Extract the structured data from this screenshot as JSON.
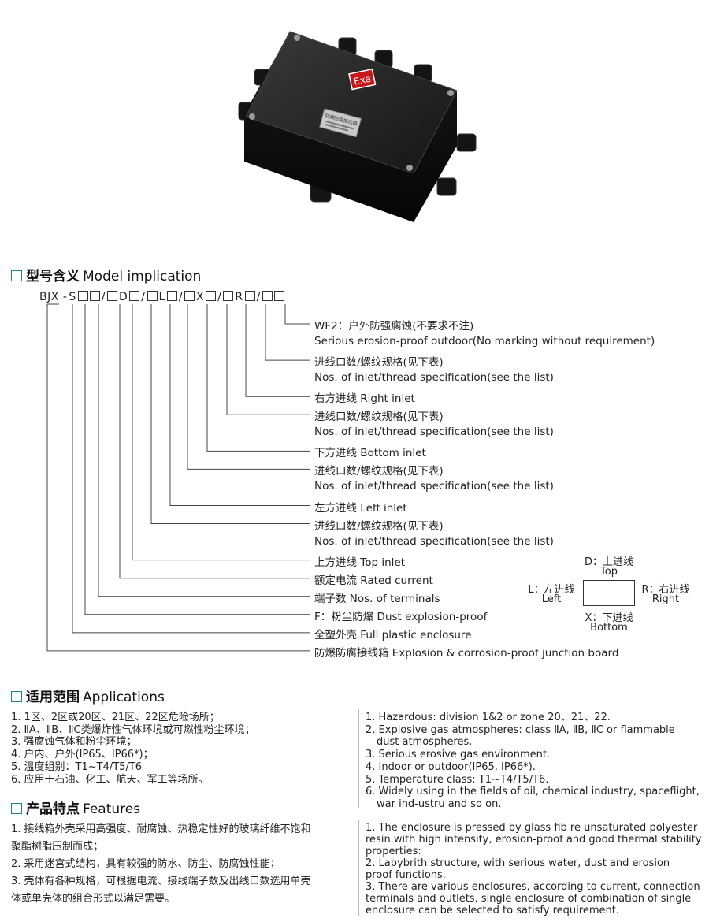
{
  "product_photo": {
    "label": "Exe",
    "nameplate": "防爆防腐接线箱"
  },
  "model_section": {
    "cn": "型号含义",
    "en": "Model implication"
  },
  "model_code": {
    "prefix": "BJX",
    "tokens": [
      "-",
      "S",
      "□",
      "□",
      "/",
      "□",
      "D",
      "□",
      "/",
      "□",
      "L",
      "□",
      "/",
      "□",
      "X",
      "□",
      "/",
      "□",
      "R",
      "□",
      "/",
      "□",
      "□"
    ]
  },
  "model_lines": [
    "WF2：户外防强腐蚀(不要求不注)",
    "Serious erosion-proof outdoor(No marking without requirement)",
    "进线口数/螺纹规格(见下表)",
    "Nos. of inlet/thread specification(see the list)",
    "右方进线  Right inlet",
    "进线口数/螺纹规格(见下表)",
    "Nos. of inlet/thread specification(see the list)",
    "下方进线  Bottom inlet",
    "进线口数/螺纹规格(见下表)",
    "Nos. of inlet/thread specification(see the list)",
    "左方进线  Left inlet",
    "进线口数/螺纹规格(见下表)",
    "Nos. of inlet/thread specification(see the list)",
    "上方进线  Top inlet",
    "额定电流  Rated current",
    "端子数  Nos. of terminals",
    "F：粉尘防爆  Dust explosion-proof",
    "全塑外壳  Full plastic enclosure",
    "防爆防腐接线箱  Explosion & corrosion-proof junction board"
  ],
  "inlet_diagram": {
    "top_cn": "D：上进线",
    "top_en": "Top",
    "left_cn": "L：左进线",
    "left_en": "Left",
    "right_cn": "R：右进线",
    "right_en": "Right",
    "bottom_cn": "X：下进线",
    "bottom_en": "Bottom"
  },
  "applications_section": {
    "cn": "适用范围",
    "en": "Applications"
  },
  "applications_cn": [
    "1. 1区、2区或20区、21区、22区危险场所；",
    "2. ⅡA、ⅡB、ⅡC类爆炸性气体环境或可燃性粉尘环境；",
    "3. 强腐蚀气体和粉尘环境；",
    "4. 户内、户外(IP65、IP66*)；",
    "5. 温度组别：T1~T4/T5/T6",
    "6. 应用于石油、化工、航天、军工等场所。"
  ],
  "applications_en": [
    [
      "1. Hazardous: division 1&2 or zone 20、21、22."
    ],
    [
      "2. Explosive gas atmospheres: class ⅡA, ⅡB, ⅡC or flammable",
      "dust atmospheres."
    ],
    [
      "3. Serious erosive gas environment."
    ],
    [
      "4. Indoor or outdoor(IP65, IP66*)."
    ],
    [
      "5. Temperature class: T1~T4/T5/T6."
    ],
    [
      "6. Widely using in the fields of oil, chemical industry, spaceflight,",
      "war ind-ustru and so on."
    ]
  ],
  "features_section": {
    "cn": "产品特点",
    "en": "Features"
  },
  "features_cn": [
    [
      "1. 接线箱外壳采用高强度、耐腐蚀、热稳定性好的玻璃纤维不饱和",
      "聚酯树脂压制而成；"
    ],
    [
      "2. 采用迷宫式结构，具有较强的防水、防尘、防腐蚀性能；"
    ],
    [
      "3. 壳体有各种规格，可根据电流、接线端子数及出线口数选用单壳",
      "体或单壳体的组合形式以满足需要。"
    ]
  ],
  "features_en": [
    [
      "1. The enclosure is pressed by glass fib re unsaturated polyester",
      "resin with high intensity, erosion-proof and good thermal stability",
      "properties:"
    ],
    [
      "2. Labybrith structure, with serious water, dust and erosion",
      "proof functions."
    ],
    [
      "3. There are various enclosures, according to current, connection",
      "terminals and outlets, single enclosure of combination of single",
      "enclosure can be selected to satisfy requirement."
    ]
  ],
  "colors": {
    "accent": "#1e8a76",
    "enclosure": "#1b1b1b",
    "exe_label": "#c8161d"
  }
}
